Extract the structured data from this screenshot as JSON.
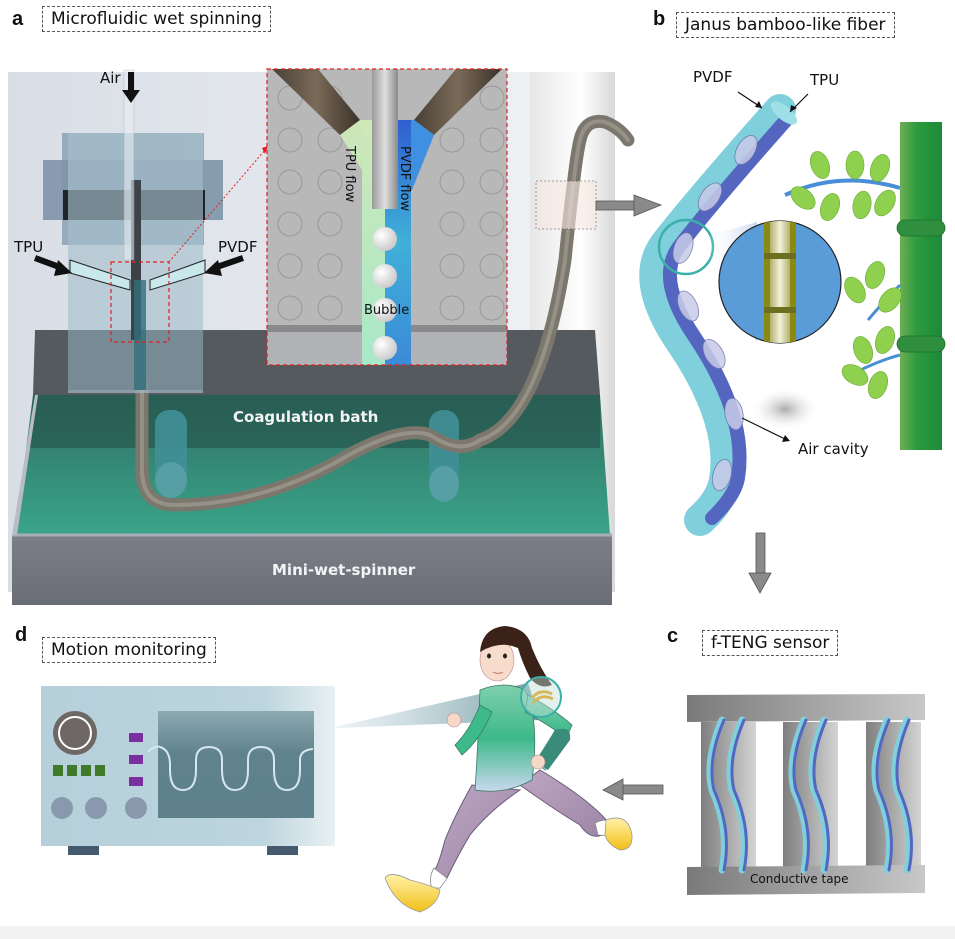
{
  "panels": {
    "a": {
      "letter": "a",
      "title": "Microfluidic wet spinning",
      "labels": {
        "air": "Air",
        "tpu": "TPU",
        "pvdf": "PVDF",
        "tpu_flow": "TPU flow",
        "pvdf_flow": "PVDF flow",
        "bubble": "Bubble",
        "coagulation_bath": "Coagulation bath",
        "mini_wet_spinner": "Mini-wet-spinner"
      }
    },
    "b": {
      "letter": "b",
      "title": "Janus bamboo-like fiber",
      "labels": {
        "pvdf": "PVDF",
        "tpu": "TPU",
        "air_cavity": "Air cavity"
      }
    },
    "c": {
      "letter": "c",
      "title": "f-TENG sensor",
      "labels": {
        "conductive_tape": "Conductive tape"
      }
    },
    "d": {
      "letter": "d",
      "title": "Motion monitoring"
    }
  },
  "colors": {
    "tpu_flow": "#c9e7b4",
    "pvdf_flow": "#3a8fd9",
    "fiber_light": "#7fd0dc",
    "fiber_dark": "#5566c0",
    "bath": "#2f8f7a",
    "bamboo": "#2e9a43",
    "leaf": "#8fd14f",
    "callout_red": "#e02020",
    "monitor_body": "#b9d3dc",
    "monitor_screen": "#5f8590",
    "button_purple": "#7a2ea0",
    "led_green": "#3f7a2a"
  }
}
